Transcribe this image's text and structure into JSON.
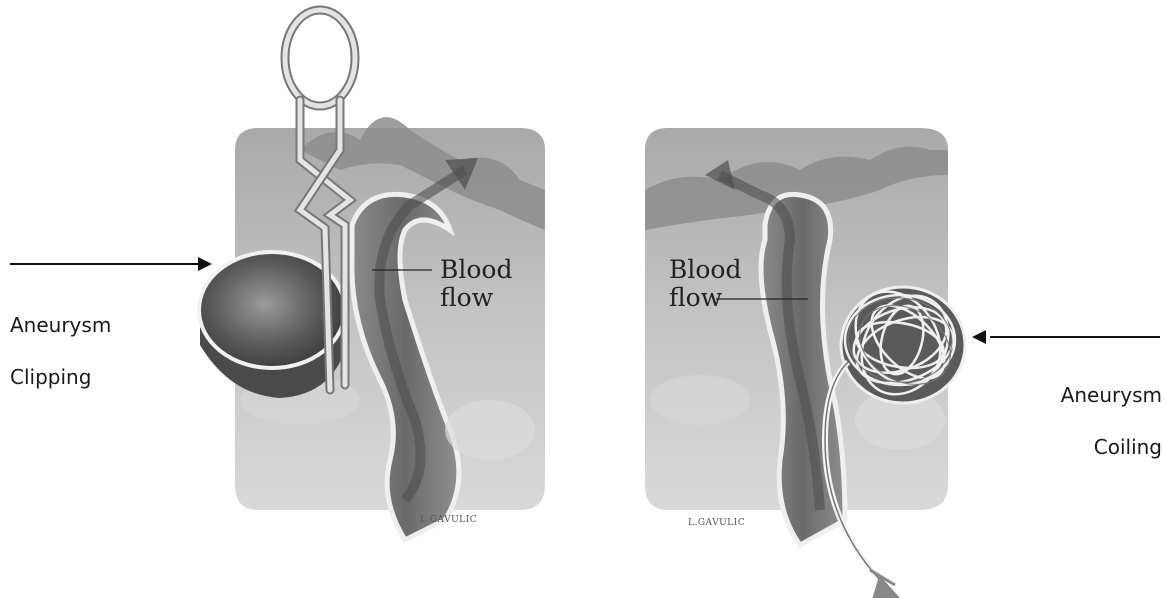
{
  "left_panel": {
    "label_line1": "Aneurysm",
    "label_line2": "Clipping",
    "flow_line1": "Blood",
    "flow_line2": "flow",
    "signature": "L.GAVULIC"
  },
  "right_panel": {
    "label_line1": "Aneurysm",
    "label_line2": "Coiling",
    "flow_line1": "Blood",
    "flow_line2": "flow",
    "signature": "L.GAVULIC"
  },
  "colors": {
    "tissue": "#b9b9b9",
    "tissue_dark": "#8c8c8c",
    "vessel": "#6e6e6e",
    "vessel_wall": "#e6e6e6",
    "aneurysm": "#555555",
    "metal": "#d8d8d8",
    "ink": "#1a1a1a"
  }
}
